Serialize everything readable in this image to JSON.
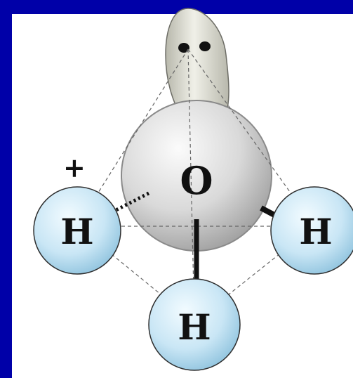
{
  "diagram": {
    "oxygen_label": "O",
    "hydrogen_labels": [
      "H",
      "H",
      "H"
    ],
    "charge_label": "+"
  },
  "colors": {
    "background": "#0000a8",
    "panel": "#ffffff",
    "oxygen_fill": "#d9d9d9",
    "hydrogen_fill": "#c9e6f5",
    "lone_pair_fill": "#e6e6dc"
  }
}
